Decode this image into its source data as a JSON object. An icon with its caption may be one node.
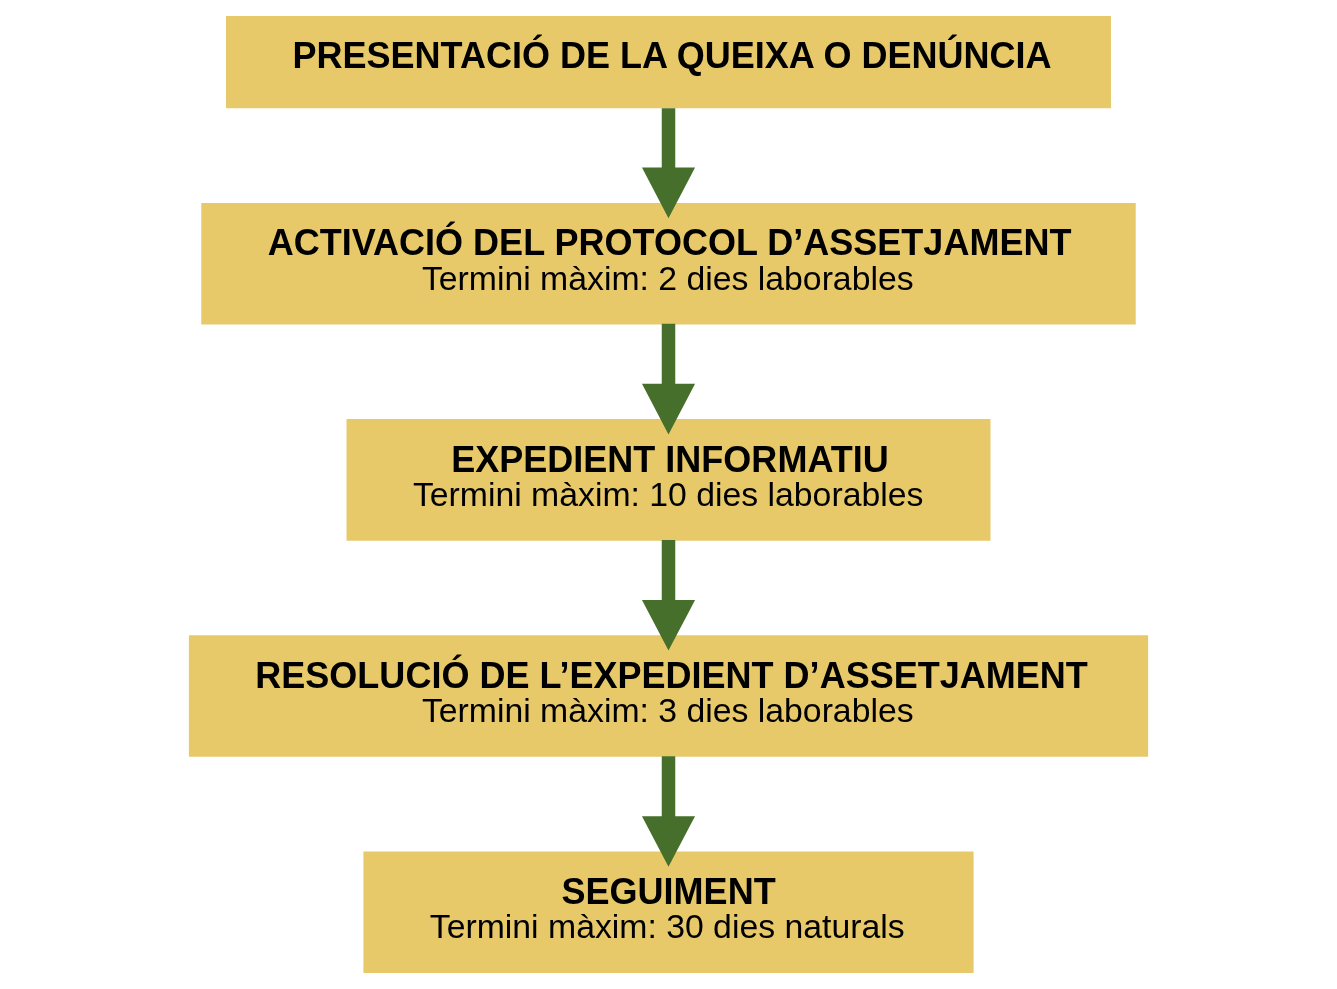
{
  "diagram": {
    "nodes": [
      {
        "text": [
          "PRESENTACIÓ DE LA QUEIXA O DENÚNCIA"
        ]
      },
      {
        "text": [
          "ACTIVACIÓ DEL PROTOCOL D’ASSETJAMENT",
          "Termini màxim: 2 dies laborables"
        ]
      },
      {
        "text": [
          "EXPEDIENT INFORMATIU",
          "Termini màxim: 10 dies laborables"
        ]
      },
      {
        "text": [
          "RESOLUCIÓ DE L’EXPEDIENT D’ASSETJAMENT",
          "Termini màxim: 3 dies laborables"
        ]
      },
      {
        "text": [
          "SEGUIMENT",
          "Termini màxim: 30 dies naturals"
        ]
      }
    ],
    "edges": [
      {
        "from": 0,
        "to": 1,
        "arrow": "to"
      },
      {
        "from": 1,
        "to": 2,
        "arrow": "to"
      },
      {
        "from": 2,
        "to": 3,
        "arrow": "to"
      },
      {
        "from": 3,
        "to": 4,
        "arrow": "to"
      }
    ]
  }
}
